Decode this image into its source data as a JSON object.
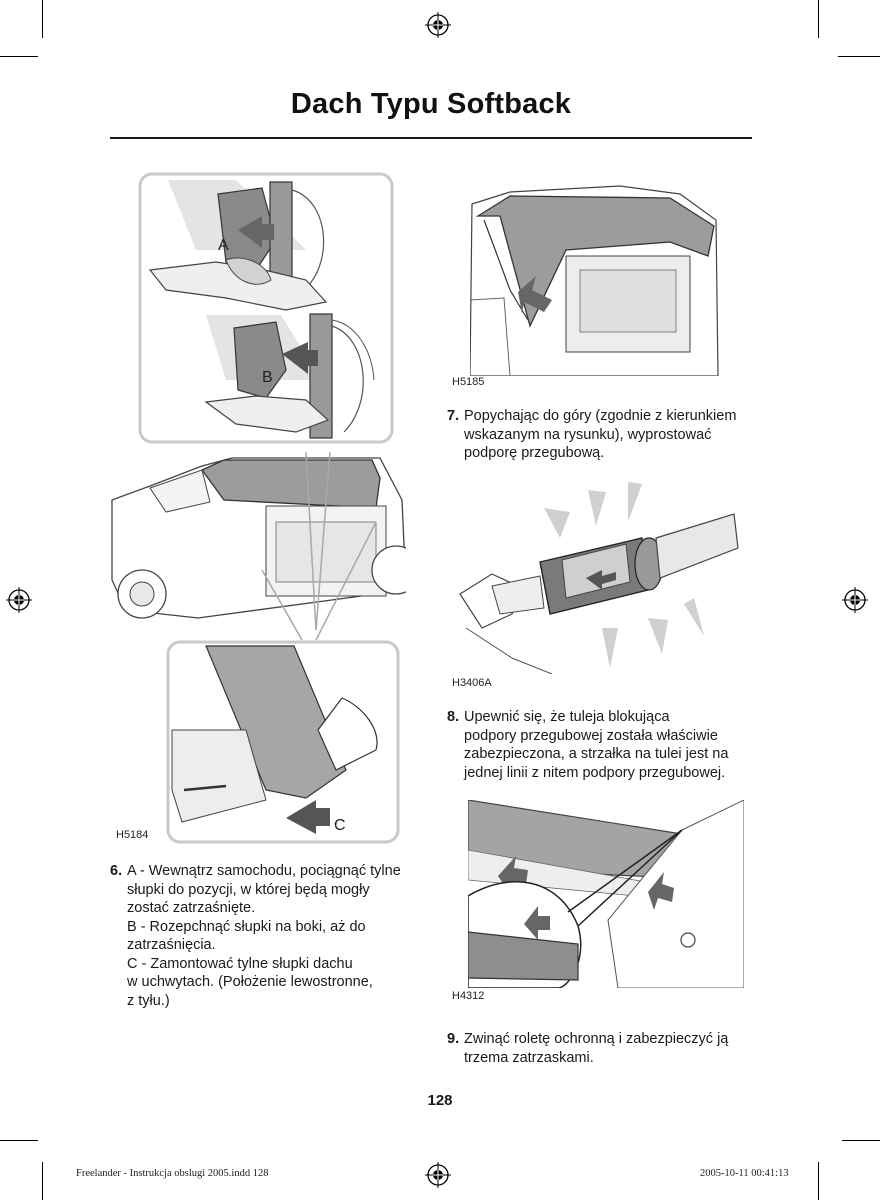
{
  "page": {
    "title": "Dach Typu Softback",
    "page_number": "128"
  },
  "figures": {
    "left": {
      "code": "H5184",
      "callouts": {
        "a": "A",
        "b": "B",
        "c": "C"
      }
    },
    "top_right": {
      "code": "H5185"
    },
    "mid_right": {
      "code": "H3406A"
    },
    "bottom_right": {
      "code": "H4312"
    }
  },
  "steps": {
    "s6": {
      "number": "6.",
      "lines": [
        "A - Wewnątrz samochodu, pociągnąć tylne",
        "słupki do pozycji, w której będą mogły",
        "zostać zatrzaśnięte.",
        "B - Rozepchnąć słupki na boki, aż do",
        "zatrzaśnięcia.",
        "C - Zamontować tylne słupki dachu",
        "w uchwytach. (Położenie lewostronne,",
        "z tyłu.)"
      ]
    },
    "s7": {
      "number": "7.",
      "lines": [
        "Popychając do góry (zgodnie z kierunkiem",
        "wskazanym na rysunku), wyprostować",
        "podporę przegubową."
      ]
    },
    "s8": {
      "number": "8.",
      "lines": [
        "Upewnić się, że tuleja blokująca",
        "podpory przegubowej została właściwie",
        "zabezpieczona, a strzałka na tulei jest na",
        "jednej linii z nitem podpory przegubowej."
      ]
    },
    "s9": {
      "number": "9.",
      "lines": [
        "Zwinąć roletę ochronną i zabezpieczyć ją",
        "trzema zatrzaskami."
      ]
    }
  },
  "footer": {
    "file": "Freelander - Instrukcja obslugi 2005.indd   128",
    "timestamp": "2005-10-11   00:41:13"
  }
}
